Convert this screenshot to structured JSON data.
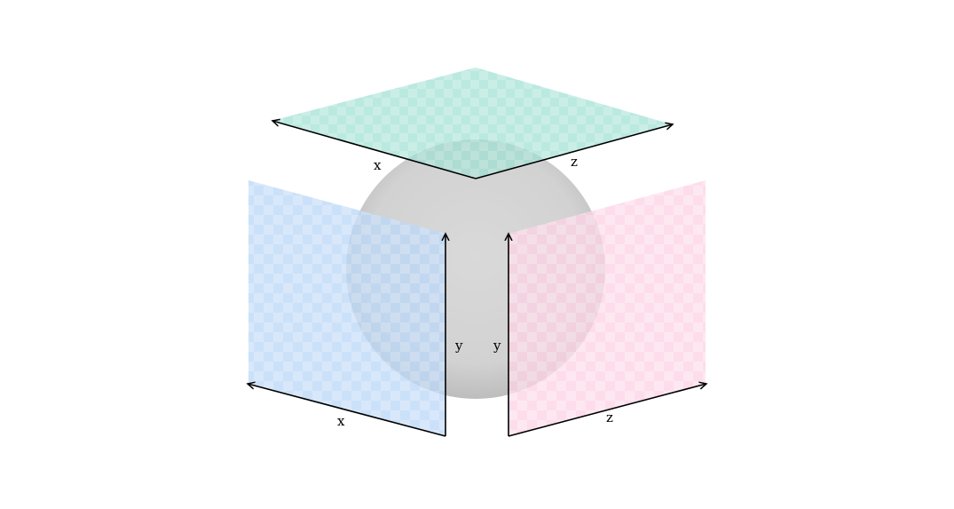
{
  "diagram": {
    "colors": {
      "top_plane": "#8fd9c9",
      "left_plane": "#a9cdf5",
      "right_plane": "#fbc9df",
      "sphere": "#c6c6c6",
      "axis": "#000000"
    },
    "top_plane": {
      "x_label": "x",
      "z_label": "z"
    },
    "left_plane": {
      "x_label": "x",
      "y_label": "y"
    },
    "right_plane": {
      "z_label": "z",
      "y_label": "y"
    }
  }
}
